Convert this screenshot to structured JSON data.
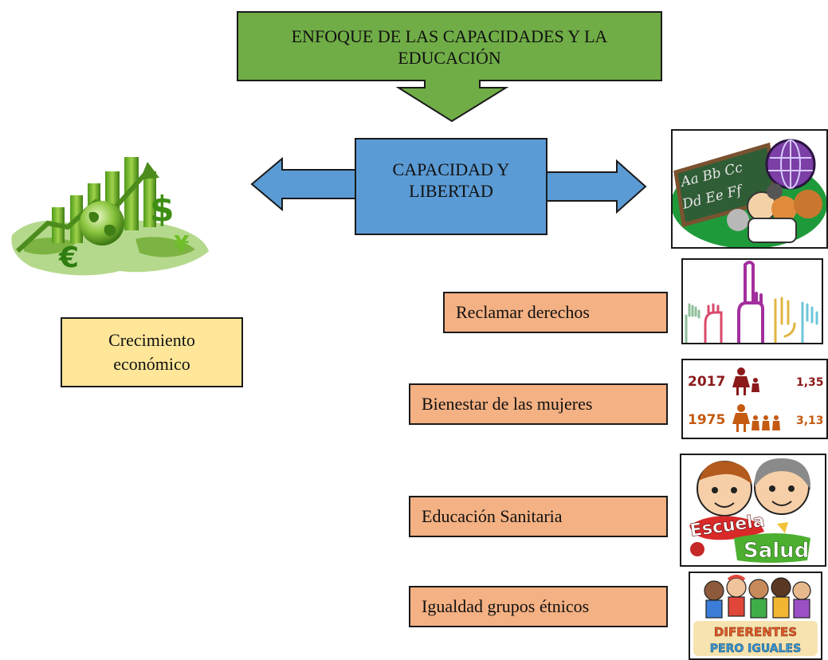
{
  "title_box": {
    "line1": "ENFOQUE DE LAS CAPACIDADES Y LA",
    "line2": "EDUCACIÓN"
  },
  "center_box": {
    "line1": "CAPACIDAD Y",
    "line2": "LIBERTAD"
  },
  "left_box": {
    "line1": "Crecimiento",
    "line2": "económico"
  },
  "items": [
    {
      "label": "Reclamar derechos"
    },
    {
      "label": "Bienestar de las mujeres"
    },
    {
      "label": "Educación Sanitaria"
    },
    {
      "label": "Igualdad grupos étnicos"
    }
  ],
  "fertility_image": {
    "rows": [
      {
        "year": "2017",
        "value": "1,35"
      },
      {
        "year": "1975",
        "value": "3,13"
      }
    ]
  },
  "health_image": {
    "word1": "Escuela",
    "word2": "Salud"
  },
  "ethnic_image": {
    "word1": "DIFERENTES",
    "word2": "PERO IGUALES"
  },
  "economy_image": {
    "symbols": [
      "$",
      "€",
      "¥"
    ]
  },
  "colors": {
    "green": "#70ad47",
    "blue": "#5b9bd5",
    "peach": "#f4b183",
    "yellow": "#ffe699",
    "stat_2017": "#8b1a1a",
    "stat_1975": "#c55a11"
  }
}
